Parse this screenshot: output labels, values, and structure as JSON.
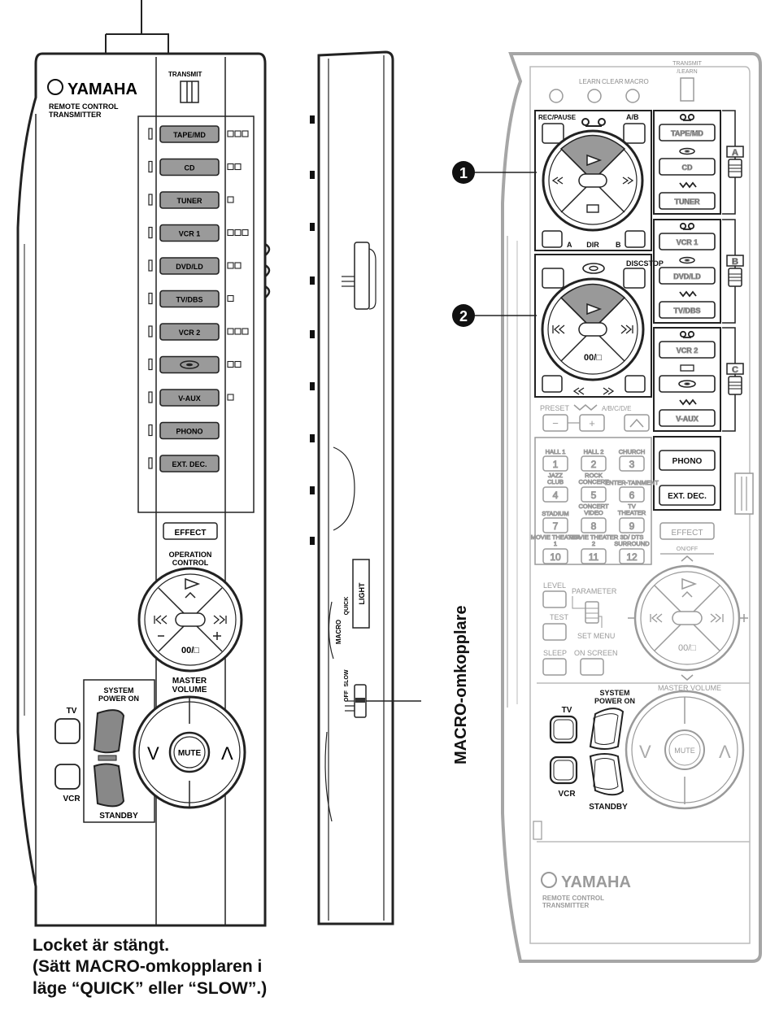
{
  "front": {
    "brand": "YAMAHA",
    "brand_line1": "REMOTE CONTROL",
    "brand_line2": "TRANSMITTER",
    "transmit": "TRANSMIT",
    "inputs": [
      {
        "label": "TAPE/MD",
        "dots": 3
      },
      {
        "label": "CD",
        "dots": 2
      },
      {
        "label": "TUNER",
        "dots": 1
      },
      {
        "label": "VCR 1",
        "dots": 3
      },
      {
        "label": "DVD/LD",
        "dots": 2
      },
      {
        "label": "TV/DBS",
        "dots": 1
      },
      {
        "label": "VCR 2",
        "dots": 3
      },
      {
        "label": "",
        "dots": 2
      },
      {
        "label": "V-AUX",
        "dots": 1
      },
      {
        "label": "PHONO",
        "dots": 0
      },
      {
        "label": "EXT. DEC.",
        "dots": 0
      }
    ],
    "effect": "EFFECT",
    "operation_control_1": "OPERATION",
    "operation_control_2": "CONTROL",
    "op_center": "00/□",
    "system_power_on_1": "SYSTEM",
    "system_power_on_2": "POWER ON",
    "standby": "STANDBY",
    "tv": "TV",
    "vcr": "VCR",
    "master_volume_1": "MASTER",
    "master_volume_2": "VOLUME",
    "mute": "MUTE",
    "vol_down": "V",
    "vol_up": "Λ"
  },
  "side": {
    "light": "LIGHT",
    "macro": "MACRO",
    "quick": "QUICK",
    "slow": "SLOW",
    "off": "OFF",
    "switch_label": "MACRO-omkopplare"
  },
  "open": {
    "transmit_learn_1": "TRANSMIT",
    "transmit_learn_2": "/LEARN",
    "learn": "LEARN",
    "clear": "CLEAR",
    "macro": "MACRO",
    "rec_pause": "REC/PAUSE",
    "ab": "A/B",
    "dir_a": "A",
    "dir": "DIR",
    "dir_b": "B",
    "discstop": "DISCSTOP",
    "disc_center": "00/□",
    "callout_1": "1",
    "callout_2": "2",
    "groups": [
      {
        "letter": "A",
        "items": [
          "TAPE/MD",
          "CD",
          "TUNER"
        ]
      },
      {
        "letter": "B",
        "items": [
          "VCR 1",
          "DVD/LD",
          "TV/DBS"
        ]
      },
      {
        "letter": "C",
        "items": [
          "VCR 2",
          "",
          "V-AUX"
        ]
      }
    ],
    "phono": "PHONO",
    "ext_dec": "EXT. DEC.",
    "preset": "PRESET",
    "abcde": "A/B/C/D/E",
    "minus": "−",
    "plus": "+",
    "sound_fields": [
      {
        "name": "HALL 1",
        "num": "1"
      },
      {
        "name": "HALL 2",
        "num": "2"
      },
      {
        "name": "CHURCH",
        "num": "3"
      },
      {
        "name": "JAZZ CLUB",
        "num": "4"
      },
      {
        "name": "ROCK CONCERT",
        "num": "5"
      },
      {
        "name": "ENTER-TAINMENT",
        "num": "6"
      },
      {
        "name": "STADIUM",
        "num": "7"
      },
      {
        "name": "CONCERT VIDEO",
        "num": "8"
      },
      {
        "name": "TV THEATER",
        "num": "9"
      },
      {
        "name": "MOVIE THEATER 1",
        "num": "10"
      },
      {
        "name": "MOVIE THEATER 2",
        "num": "11"
      },
      {
        "name": "3D/ DTS SURROUND",
        "num": "12"
      }
    ],
    "effect": "EFFECT",
    "on_off": "ON/OFF",
    "level": "LEVEL",
    "parameter": "PARAMETER",
    "set_menu": "SET MENU",
    "test": "TEST",
    "sleep": "SLEEP",
    "on_screen": "ON SCREEN",
    "op_center": "00/□",
    "master_volume": "MASTER VOLUME",
    "system_power_on_1": "SYSTEM",
    "system_power_on_2": "POWER ON",
    "tv": "TV",
    "vcr": "VCR",
    "standby": "STANDBY",
    "mute": "MUTE",
    "vol_down": "V",
    "vol_up": "Λ",
    "brand": "YAMAHA",
    "brand_line1": "REMOTE CONTROL",
    "brand_line2": "TRANSMITTER"
  },
  "caption": {
    "line1": "Locket är stängt.",
    "line2": "(Sätt MACRO-omkopplaren i",
    "line3": "läge “QUICK” eller “SLOW”.)"
  }
}
